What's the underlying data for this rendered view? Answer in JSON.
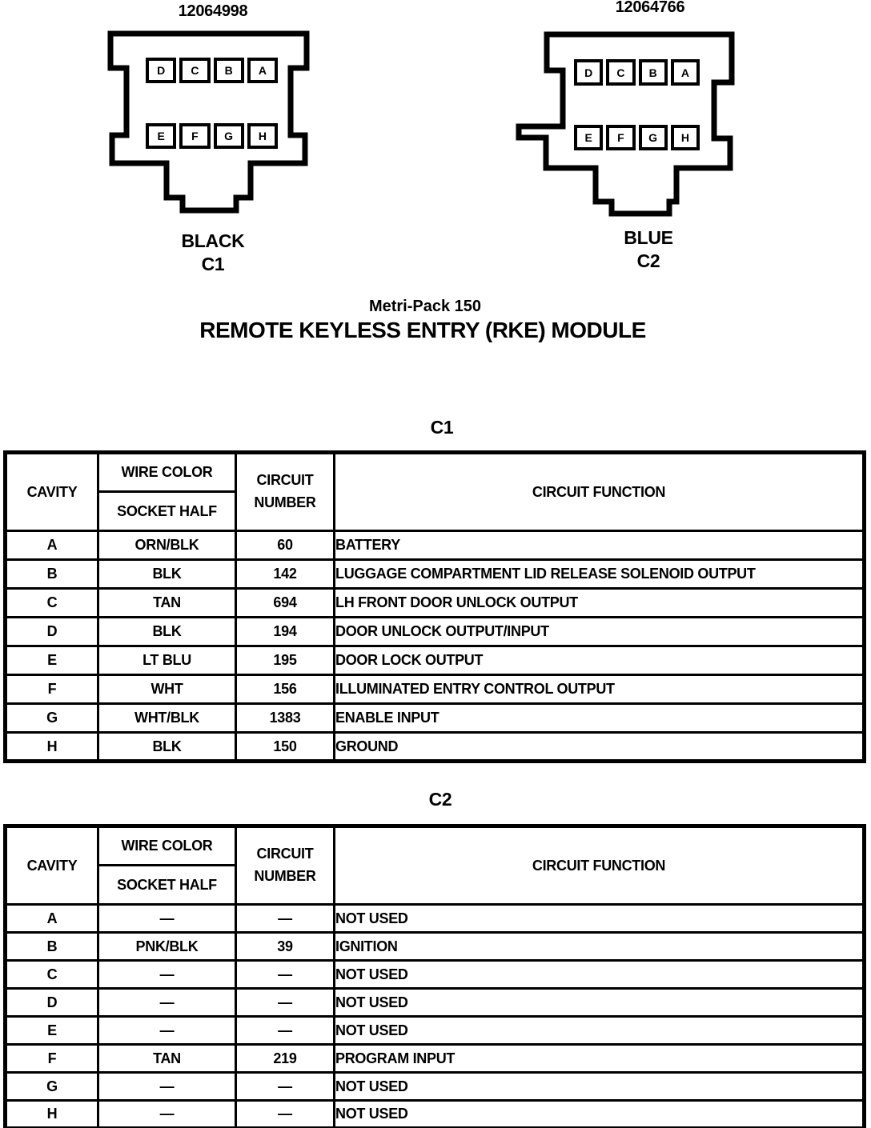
{
  "connectors": {
    "c1": {
      "part_number": "12064998",
      "color_label": "BLACK",
      "name": "C1",
      "pins_top": [
        "D",
        "C",
        "B",
        "A"
      ],
      "pins_bottom": [
        "E",
        "F",
        "G",
        "H"
      ]
    },
    "c2": {
      "part_number": "12064766",
      "color_label": "BLUE",
      "name": "C2",
      "pins_top": [
        "D",
        "C",
        "B",
        "A"
      ],
      "pins_bottom": [
        "E",
        "F",
        "G",
        "H"
      ]
    }
  },
  "titles": {
    "pack_type": "Metri-Pack 150",
    "module": "REMOTE KEYLESS ENTRY (RKE) MODULE"
  },
  "tables": {
    "c1": {
      "heading": "C1",
      "headers": {
        "cavity": "CAVITY",
        "wire_color": "WIRE COLOR",
        "socket_half": "SOCKET HALF",
        "circuit_line1": "CIRCUIT",
        "circuit_line2": "NUMBER",
        "function": "CIRCUIT FUNCTION"
      },
      "rows": [
        {
          "cavity": "A",
          "wire": "ORN/BLK",
          "circuit": "60",
          "function": "BATTERY"
        },
        {
          "cavity": "B",
          "wire": "BLK",
          "circuit": "142",
          "function": "LUGGAGE COMPARTMENT LID RELEASE SOLENOID OUTPUT"
        },
        {
          "cavity": "C",
          "wire": "TAN",
          "circuit": "694",
          "function": "LH FRONT DOOR UNLOCK OUTPUT"
        },
        {
          "cavity": "D",
          "wire": "BLK",
          "circuit": "194",
          "function": "DOOR UNLOCK OUTPUT/INPUT"
        },
        {
          "cavity": "E",
          "wire": "LT BLU",
          "circuit": "195",
          "function": "DOOR LOCK OUTPUT"
        },
        {
          "cavity": "F",
          "wire": "WHT",
          "circuit": "156",
          "function": "ILLUMINATED ENTRY CONTROL OUTPUT"
        },
        {
          "cavity": "G",
          "wire": "WHT/BLK",
          "circuit": "1383",
          "function": "ENABLE INPUT"
        },
        {
          "cavity": "H",
          "wire": "BLK",
          "circuit": "150",
          "function": "GROUND"
        }
      ]
    },
    "c2": {
      "heading": "C2",
      "headers": {
        "cavity": "CAVITY",
        "wire_color": "WIRE COLOR",
        "socket_half": "SOCKET HALF",
        "circuit_line1": "CIRCUIT",
        "circuit_line2": "NUMBER",
        "function": "CIRCUIT FUNCTION"
      },
      "rows": [
        {
          "cavity": "A",
          "wire": "—",
          "circuit": "—",
          "function": "NOT USED"
        },
        {
          "cavity": "B",
          "wire": "PNK/BLK",
          "circuit": "39",
          "function": "IGNITION"
        },
        {
          "cavity": "C",
          "wire": "—",
          "circuit": "—",
          "function": "NOT USED"
        },
        {
          "cavity": "D",
          "wire": "—",
          "circuit": "—",
          "function": "NOT USED"
        },
        {
          "cavity": "E",
          "wire": "—",
          "circuit": "—",
          "function": "NOT USED"
        },
        {
          "cavity": "F",
          "wire": "TAN",
          "circuit": "219",
          "function": "PROGRAM INPUT"
        },
        {
          "cavity": "G",
          "wire": "—",
          "circuit": "—",
          "function": "NOT USED"
        },
        {
          "cavity": "H",
          "wire": "—",
          "circuit": "—",
          "function": "NOT USED"
        }
      ]
    }
  }
}
